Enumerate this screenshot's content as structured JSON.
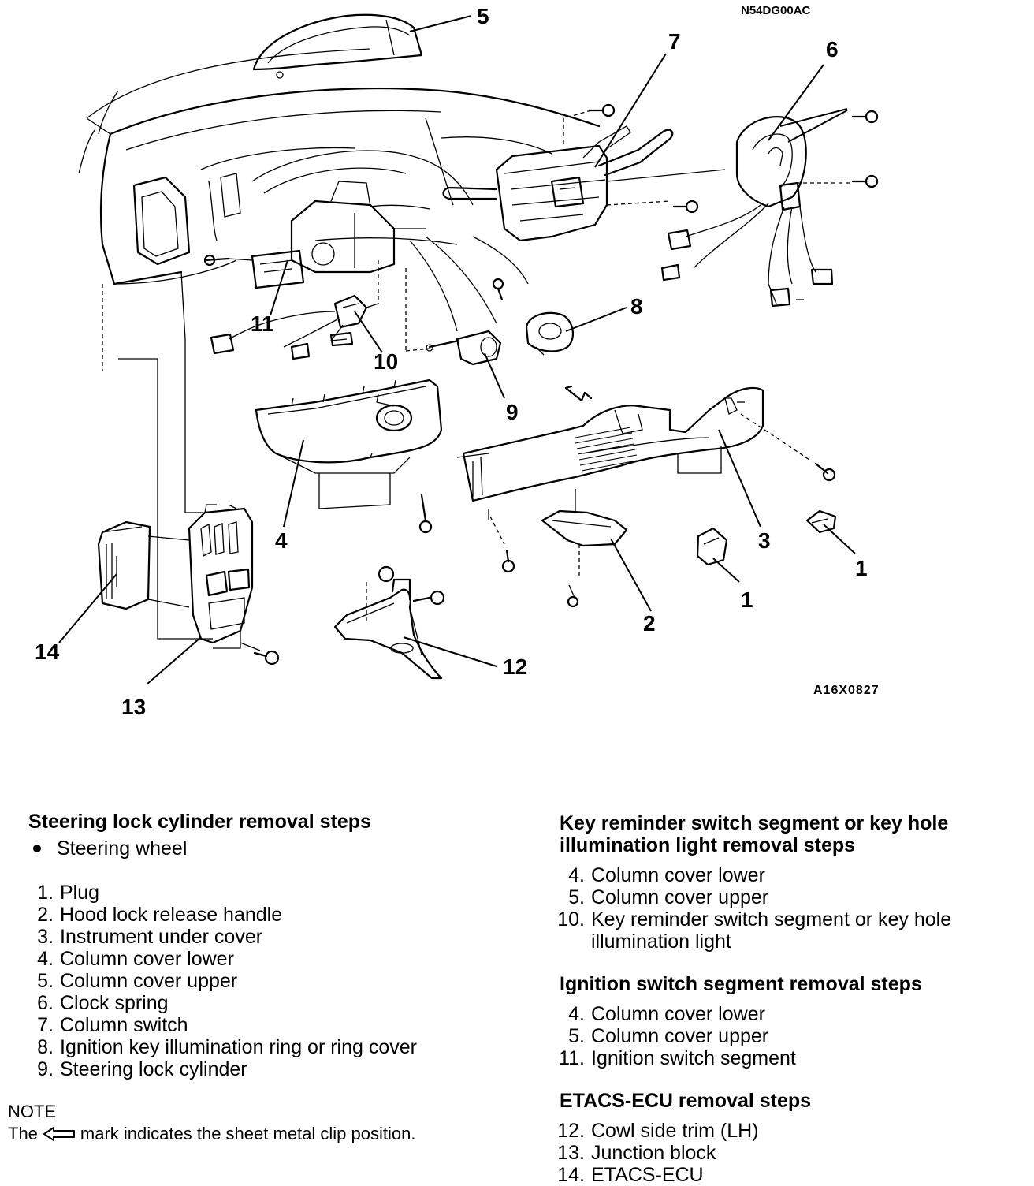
{
  "diagram": {
    "code_top": "N54DG00AC",
    "code_bottom": "A16X0827",
    "callouts": [
      "5",
      "7",
      "6",
      "11",
      "10",
      "8",
      "9",
      "4",
      "3",
      "1",
      "1",
      "2",
      "14",
      "12",
      "13"
    ]
  },
  "steering_lock": {
    "heading": "Steering lock cylinder removal steps",
    "bullet": "Steering wheel",
    "steps": [
      {
        "num": "1.",
        "text": "Plug"
      },
      {
        "num": "2.",
        "text": "Hood lock release handle"
      },
      {
        "num": "3.",
        "text": "Instrument under cover"
      },
      {
        "num": "4.",
        "text": "Column cover lower"
      },
      {
        "num": "5.",
        "text": "Column cover upper"
      },
      {
        "num": "6.",
        "text": "Clock spring"
      },
      {
        "num": "7.",
        "text": "Column switch"
      },
      {
        "num": "8.",
        "text": "Ignition key illumination ring or ring cover"
      },
      {
        "num": "9.",
        "text": "Steering lock cylinder"
      }
    ]
  },
  "note": {
    "title": "NOTE",
    "prefix": "The",
    "suffix": "mark indicates the sheet metal clip position."
  },
  "key_reminder": {
    "heading_line1": "Key reminder switch segment or key hole",
    "heading_line2": "illumination light removal steps",
    "steps": [
      {
        "num": "4.",
        "text": "Column cover lower"
      },
      {
        "num": "5.",
        "text": "Column cover upper"
      },
      {
        "num": "10.",
        "text": "Key reminder switch segment or key hole illumination light"
      }
    ]
  },
  "ignition": {
    "heading": "Ignition switch segment removal steps",
    "steps": [
      {
        "num": "4.",
        "text": "Column cover lower"
      },
      {
        "num": "5.",
        "text": "Column cover upper"
      },
      {
        "num": "11.",
        "text": "Ignition switch segment"
      }
    ]
  },
  "etacs": {
    "heading": "ETACS-ECU removal steps",
    "steps": [
      {
        "num": "12.",
        "text": "Cowl side trim (LH)"
      },
      {
        "num": "13.",
        "text": "Junction block"
      },
      {
        "num": "14.",
        "text": "ETACS-ECU"
      }
    ]
  }
}
